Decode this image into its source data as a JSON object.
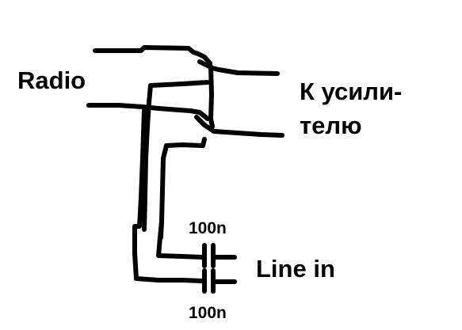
{
  "labels": {
    "radio": "Radio",
    "amp_line1": "К усили-",
    "amp_line2": "телю",
    "line_in": "Line in",
    "cap_top": "100n",
    "cap_bottom": "100n"
  },
  "colors": {
    "ink": "#000000",
    "background": "#ffffff"
  }
}
